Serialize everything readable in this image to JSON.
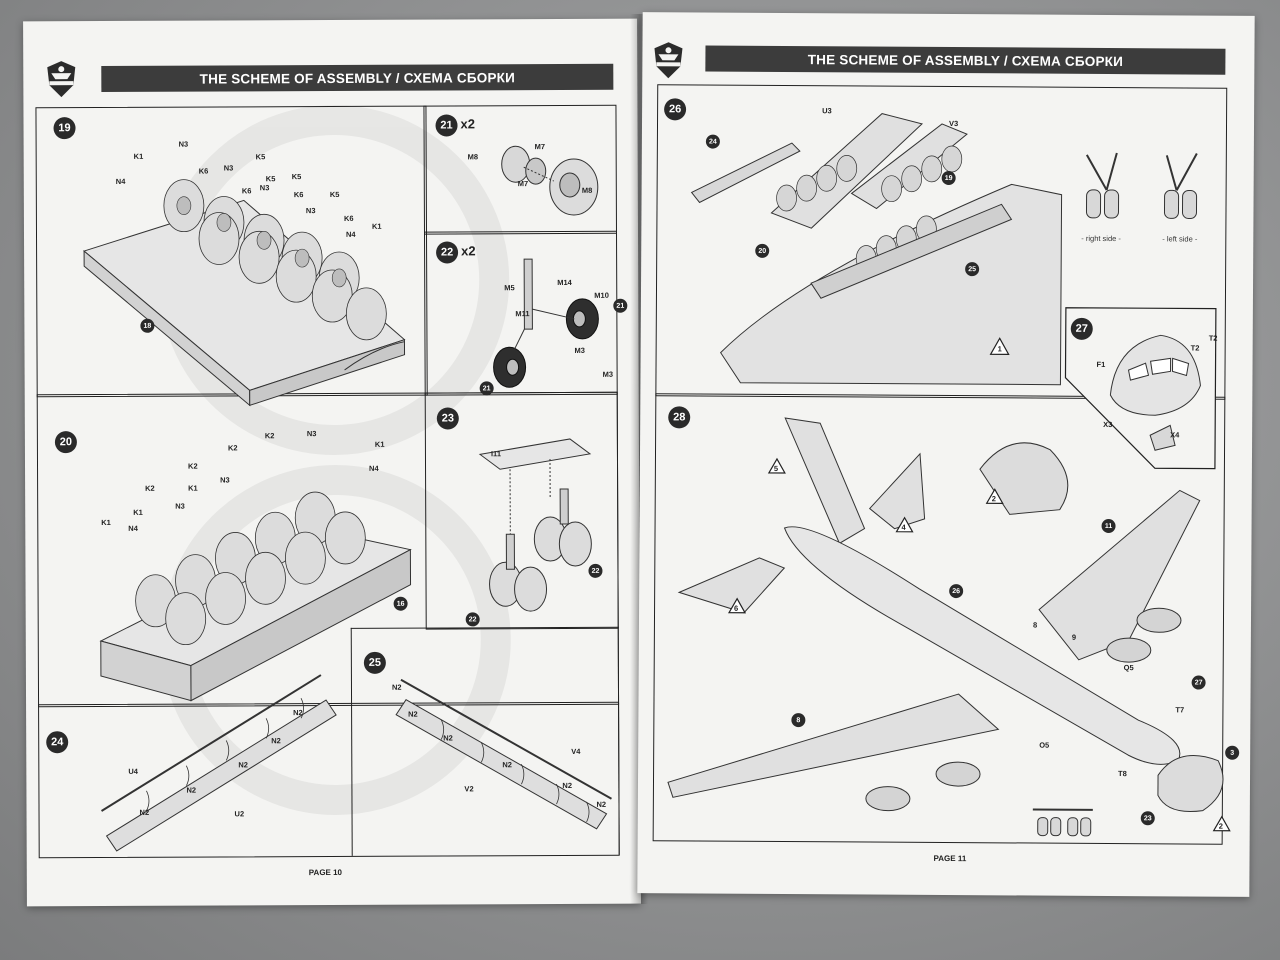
{
  "header": {
    "title": "THE SCHEME OF ASSEMBLY / СХЕМА СБОРКИ"
  },
  "left_page": {
    "page_label": "PAGE 10",
    "step19": {
      "num": "19",
      "labels": [
        "K1",
        "K5",
        "K6",
        "K5",
        "K6",
        "K5",
        "K6",
        "K5",
        "K6",
        "K1",
        "N3",
        "N3",
        "N3",
        "N3",
        "N4",
        "N4",
        "18"
      ]
    },
    "step20": {
      "num": "20",
      "labels": [
        "K1",
        "K2",
        "K2",
        "K2",
        "K2",
        "K1",
        "K1",
        "K1",
        "N3",
        "N3",
        "N3",
        "N4",
        "N4",
        "16"
      ]
    },
    "step21": {
      "num": "21",
      "mult": "x2",
      "labels": [
        "M8",
        "M7",
        "M7",
        "M8"
      ]
    },
    "step22": {
      "num": "22",
      "mult": "x2",
      "labels": [
        "M5",
        "M14",
        "M10",
        "M11",
        "M3",
        "M3",
        "21",
        "21"
      ]
    },
    "step23": {
      "num": "23",
      "labels": [
        "I11",
        "22",
        "22"
      ]
    },
    "step24": {
      "num": "24",
      "labels": [
        "U4",
        "N2",
        "N2",
        "N2",
        "N2",
        "N2",
        "U2"
      ]
    },
    "step25": {
      "num": "25",
      "labels": [
        "N2",
        "N2",
        "N2",
        "N2",
        "N2",
        "N2",
        "V2",
        "V4"
      ]
    }
  },
  "right_page": {
    "page_label": "PAGE 11",
    "step26": {
      "num": "26",
      "labels": [
        "U3",
        "V3",
        "24",
        "19",
        "20",
        "25"
      ],
      "callout": "1"
    },
    "gear_sides": {
      "right": "- right side -",
      "left": "- left side -"
    },
    "step27": {
      "num": "27",
      "labels": [
        "F1",
        "T2",
        "T2",
        "X3",
        "X4"
      ]
    },
    "step28": {
      "num": "28",
      "callouts": [
        "5",
        "4",
        "2",
        "6",
        "2"
      ],
      "labels": [
        "11",
        "26",
        "8",
        "9",
        "Q5",
        "27",
        "T7",
        "3",
        "O5",
        "T8",
        "23",
        "8"
      ]
    }
  }
}
